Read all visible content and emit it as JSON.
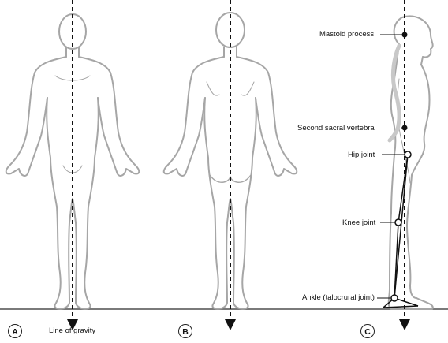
{
  "figure": {
    "panels": [
      {
        "badge": "A",
        "view": "front"
      },
      {
        "badge": "B",
        "view": "back"
      },
      {
        "badge": "C",
        "view": "side"
      }
    ],
    "gravity_line_label": "Line of gravity",
    "landmarks": [
      {
        "label": "Mastoid process"
      },
      {
        "label": "Second sacral vertebra"
      },
      {
        "label": "Hip joint"
      },
      {
        "label": "Knee joint"
      },
      {
        "label": "Ankle (talocrural joint)"
      }
    ]
  },
  "colors": {
    "body_outline": "#a6a6a6",
    "spine": "#c8c8c8",
    "lines": "#111111",
    "ground": "#7a7a7a"
  }
}
